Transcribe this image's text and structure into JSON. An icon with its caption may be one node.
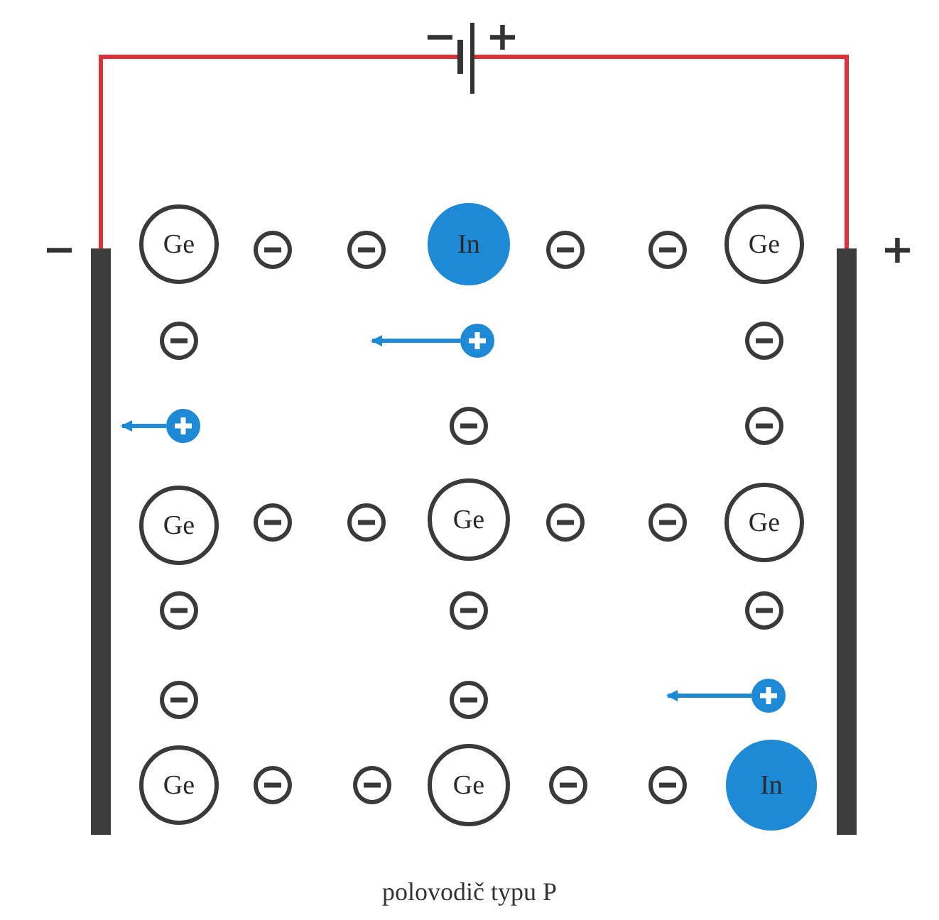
{
  "diagram": {
    "caption": "polovodič typu P",
    "nodes": [
      {
        "text": [],
        "shape": "battery",
        "beside": [
          "−",
          "+"
        ]
      },
      {
        "text": [],
        "shape": "bar",
        "beside": [
          "−"
        ]
      },
      {
        "text": [],
        "shape": "bar",
        "beside": [
          "+"
        ]
      },
      {
        "text": [
          "Ge"
        ]
      },
      {
        "text": [
          "In"
        ]
      },
      {
        "text": [
          "Ge"
        ]
      },
      {
        "text": [
          "Ge"
        ]
      },
      {
        "text": [
          "Ge"
        ]
      },
      {
        "text": [
          "Ge"
        ]
      },
      {
        "text": [
          "Ge"
        ]
      },
      {
        "text": [
          "Ge"
        ]
      },
      {
        "text": [
          "In"
        ]
      }
    ],
    "edges": [
      {
        "from": 0,
        "to": 1,
        "arrow": "none"
      },
      {
        "from": 0,
        "to": 2,
        "arrow": "none"
      }
    ]
  }
}
